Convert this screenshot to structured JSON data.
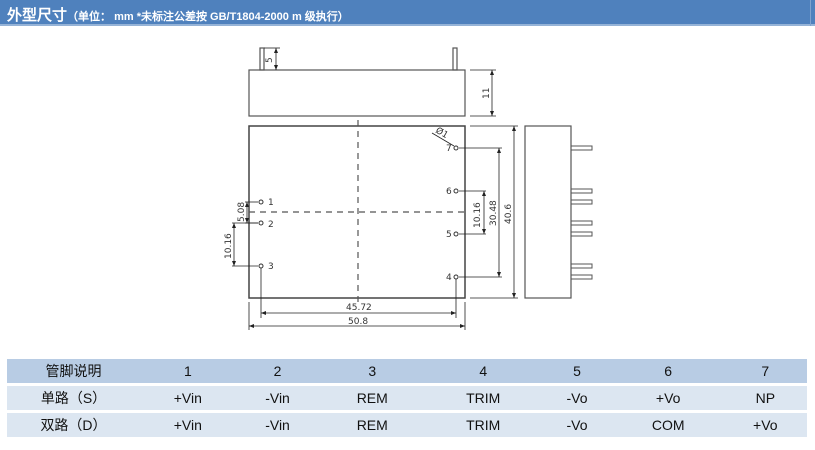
{
  "header": {
    "title": "外型尺寸",
    "subtitle": "（单位： mm    *未标注公差按  GB/T1804-2000 m 级执行）"
  },
  "drawing": {
    "dimensions": {
      "pin_length": "5",
      "height": "11",
      "hole_dia": "Ø1",
      "pin_pitch_1_2": "5.08",
      "pin_pitch_2_3": "10.16",
      "pin_pitch_5_6": "10.16",
      "pin_span_4_7": "30.48",
      "length_depth": "40.6",
      "pin_row_span": "45.72",
      "width": "50.8"
    },
    "pin_labels": [
      "1",
      "2",
      "3",
      "4",
      "5",
      "6",
      "7"
    ]
  },
  "pin_table": {
    "header": [
      "管脚说明",
      "1",
      "2",
      "3",
      "4",
      "5",
      "6",
      "7"
    ],
    "rows": [
      [
        "单路（S）",
        "+Vin",
        "-Vin",
        "REM",
        "TRIM",
        "-Vo",
        "+Vo",
        "NP"
      ],
      [
        "双路（D）",
        "+Vin",
        "-Vin",
        "REM",
        "TRIM",
        "-Vo",
        "COM",
        "+Vo"
      ]
    ]
  },
  "colors": {
    "title_bar": "#4f81bd",
    "table_header": "#b8cce4",
    "table_row": "#dce6f1"
  }
}
